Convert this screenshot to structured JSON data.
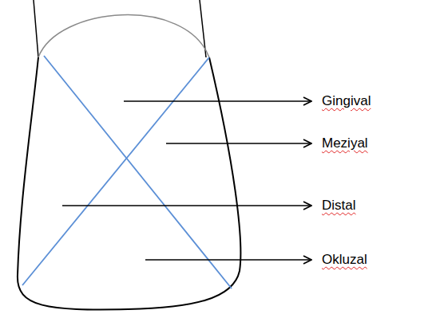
{
  "diagram": {
    "labels": [
      "Gingival",
      "Meziyal",
      "Distal",
      "Okluzal"
    ]
  }
}
